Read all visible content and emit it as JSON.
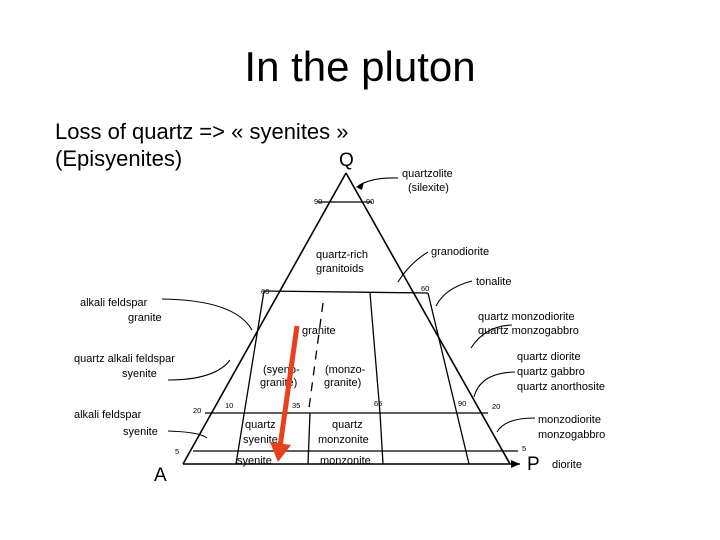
{
  "slide": {
    "title": "In the pluton",
    "bullet_line1": "Loss of quartz => « syenites »",
    "bullet_line2": "(Episyenites)"
  },
  "diagram": {
    "apex_q": "Q",
    "apex_a": "A",
    "apex_p": "P",
    "ticks": {
      "t90_left": "90",
      "t90_right": "90",
      "t60_left": "60",
      "t60_right": "60",
      "t20_left": "20",
      "t10": "10",
      "t35": "35",
      "t65": "65",
      "t90_bottom": "90",
      "t20_right": "20",
      "t5_left": "5",
      "t5_right": "5"
    },
    "fields": {
      "quartz_rich_l1": "quartz-rich",
      "quartz_rich_l2": "granitoids",
      "granite": "granite",
      "syeno_l1": "(syeno-",
      "syeno_l2": "granite)",
      "monzo_l1": "(monzo-",
      "monzo_l2": "granite)",
      "quartz_syenite_l1": "quartz",
      "quartz_syenite_l2": "syenite",
      "quartz_monzonite_l1": "quartz",
      "quartz_monzonite_l2": "monzonite",
      "syenite": "syenite",
      "monzonite": "monzonite"
    },
    "callouts": {
      "quartzolite_l1": "quartzolite",
      "quartzolite_l2": "(silexite)",
      "granodiorite": "granodiorite",
      "tonalite": "tonalite",
      "alkali_feldspar_granite_l1": "alkali feldspar",
      "alkali_feldspar_granite_l2": "granite",
      "quartz_alkali_feldspar_syenite_l1": "quartz alkali feldspar",
      "quartz_alkali_feldspar_syenite_l2": "syenite",
      "alkali_feldspar_syenite_l1": "alkali feldspar",
      "alkali_feldspar_syenite_l2": "syenite",
      "quartz_monzodiorite_l1": "quartz monzodiorite",
      "quartz_monzodiorite_l2": "quartz monzogabbro",
      "quartz_diorite_l1": "quartz diorite",
      "quartz_diorite_l2": "quartz gabbro",
      "quartz_diorite_l3": "quartz anorthosite",
      "monzodiorite_l1": "monzodiorite",
      "monzodiorite_l2": "monzogabbro",
      "diorite": "diorite"
    },
    "arrow_color": "#e8401c"
  }
}
